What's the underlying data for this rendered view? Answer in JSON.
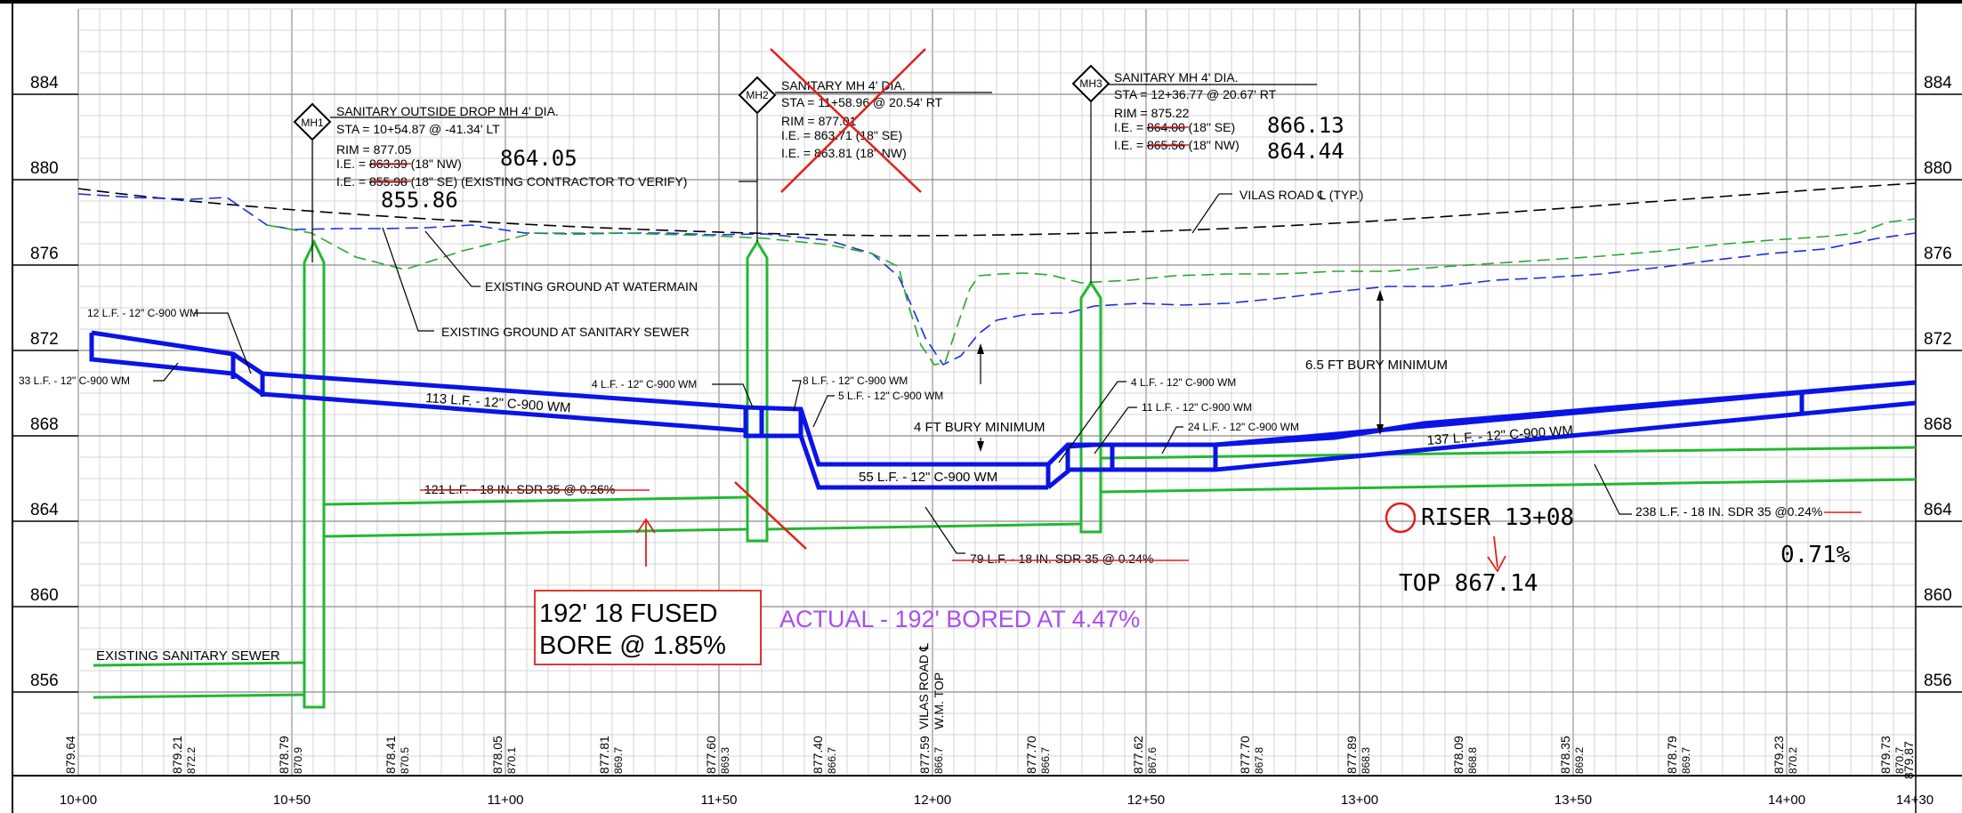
{
  "elevations": [
    "884",
    "880",
    "876",
    "872",
    "868",
    "864",
    "860",
    "856"
  ],
  "stations": [
    "10+00",
    "10+50",
    "11+00",
    "11+50",
    "12+00",
    "12+50",
    "13+00",
    "13+50",
    "14+00",
    "14+30"
  ],
  "profile_values": [
    [
      "879.64",
      ""
    ],
    [
      "879.21",
      "872.2"
    ],
    [
      "878.79",
      "870.9"
    ],
    [
      "878.41",
      "870.5"
    ],
    [
      "878.05",
      "870.1"
    ],
    [
      "877.81",
      "869.7"
    ],
    [
      "877.60",
      "869.3"
    ],
    [
      "877.40",
      "866.7"
    ],
    [
      "877.59",
      "866.7"
    ],
    [
      "877.70",
      "866.7"
    ],
    [
      "877.62",
      "867.6"
    ],
    [
      "877.70",
      "867.8"
    ],
    [
      "877.89",
      "868.3"
    ],
    [
      "878.09",
      "868.8"
    ],
    [
      "878.35",
      "869.2"
    ],
    [
      "878.79",
      "869.7"
    ],
    [
      "879.23",
      "870.2"
    ],
    [
      "879.73",
      "870.7"
    ]
  ],
  "station_note": [
    "VILAS ROAD ℄",
    "W.M. TOP"
  ],
  "extra_mark": "879.87",
  "mh1": {
    "tag": "MH1",
    "title": "SANITARY OUTSIDE DROP MH 4' DIA.",
    "sta": "STA = 10+54.87 @ -41.34' LT",
    "rim": "RIM = 877.05",
    "ie1_prefix": "I.E. = ",
    "ie1_old": "863.39",
    "ie1_suffix": " (18\" NW)",
    "ie2_prefix": "I.E. = ",
    "ie2_old": "855.98",
    "ie2_suffix": " (18\" SE) (EXISTING CONTRACTOR TO VERIFY)",
    "hand1": "864.05",
    "hand2": "855.86"
  },
  "mh2": {
    "tag": "MH2",
    "title": "SANITARY MH 4' DIA.",
    "sta": "STA = 11+58.96 @ 20.54' RT",
    "rim": "RIM = 877.01",
    "ie1": "I.E. = 863.71 (18\" SE)",
    "ie2": "I.E. = 863.81 (18\" NW)"
  },
  "mh3": {
    "tag": "MH3",
    "title": "SANITARY MH 4' DIA.",
    "sta": "STA = 12+36.77 @ 20.67' RT",
    "rim": "RIM = 875.22",
    "ie1_prefix": "I.E. = ",
    "ie1_old": "864.00",
    "ie1_suffix": " (18\" SE)",
    "ie2_prefix": "I.E. = ",
    "ie2_old": "865.56",
    "ie2_suffix": " (18\" NW)",
    "hand1": "866.13",
    "hand2": "864.44"
  },
  "labels": {
    "vilas": "VILAS ROAD ℄ (TYP.)",
    "ground_wm": "EXISTING GROUND AT WATERMAIN",
    "ground_san": "EXISTING GROUND AT SANITARY SEWER",
    "wm_12lf": "12 L.F. - 12\" C-900 WM",
    "wm_33lf": "33 L.F. - 12\" C-900 WM",
    "wm_113lf": "113 L.F. - 12\" C-900 WM",
    "wm_4lf_a": "4 L.F. - 12\" C-900 WM",
    "wm_8lf": "8 L.F. - 12\" C-900 WM",
    "wm_5lf": "5 L.F. - 12\" C-900 WM",
    "wm_55lf": "55 L.F. - 12\" C-900 WM",
    "wm_4lf_b": "4 L.F. - 12\" C-900 WM",
    "wm_11lf": "11 L.F. - 12\" C-900 WM",
    "wm_24lf": "24 L.F. - 12\" C-900 WM",
    "wm_137lf": "137 L.F. - 12\" C-900 WM",
    "bury4": "4 FT BURY MINIMUM",
    "bury65": "6.5 FT BURY MINIMUM",
    "san_121": "121 L.F. - 18 IN. SDR 35 @ 0.26%",
    "san_79": "79 L.F. - 18 IN. SDR 35 @ 0.24%",
    "san_238_prefix": "238 L.F. - 18 IN. SDR 35 @",
    "san_238_old": "0.24%",
    "existing_sewer": "EXISTING SANITARY SEWER"
  },
  "markup": {
    "box_line1": "192' 18 FUSED",
    "box_line2": "BORE @ 1.85%",
    "actual": "ACTUAL - 192' BORED AT 4.47%",
    "riser": "RISER 13+08",
    "top": "TOP 867.14",
    "slope": "0.71%"
  },
  "colors": {
    "watermain": "#0a14e6",
    "sanitary": "#1cb82a",
    "markup": "#e0201c",
    "actual": "#a84ef0",
    "grid": "#c8c8c8"
  }
}
